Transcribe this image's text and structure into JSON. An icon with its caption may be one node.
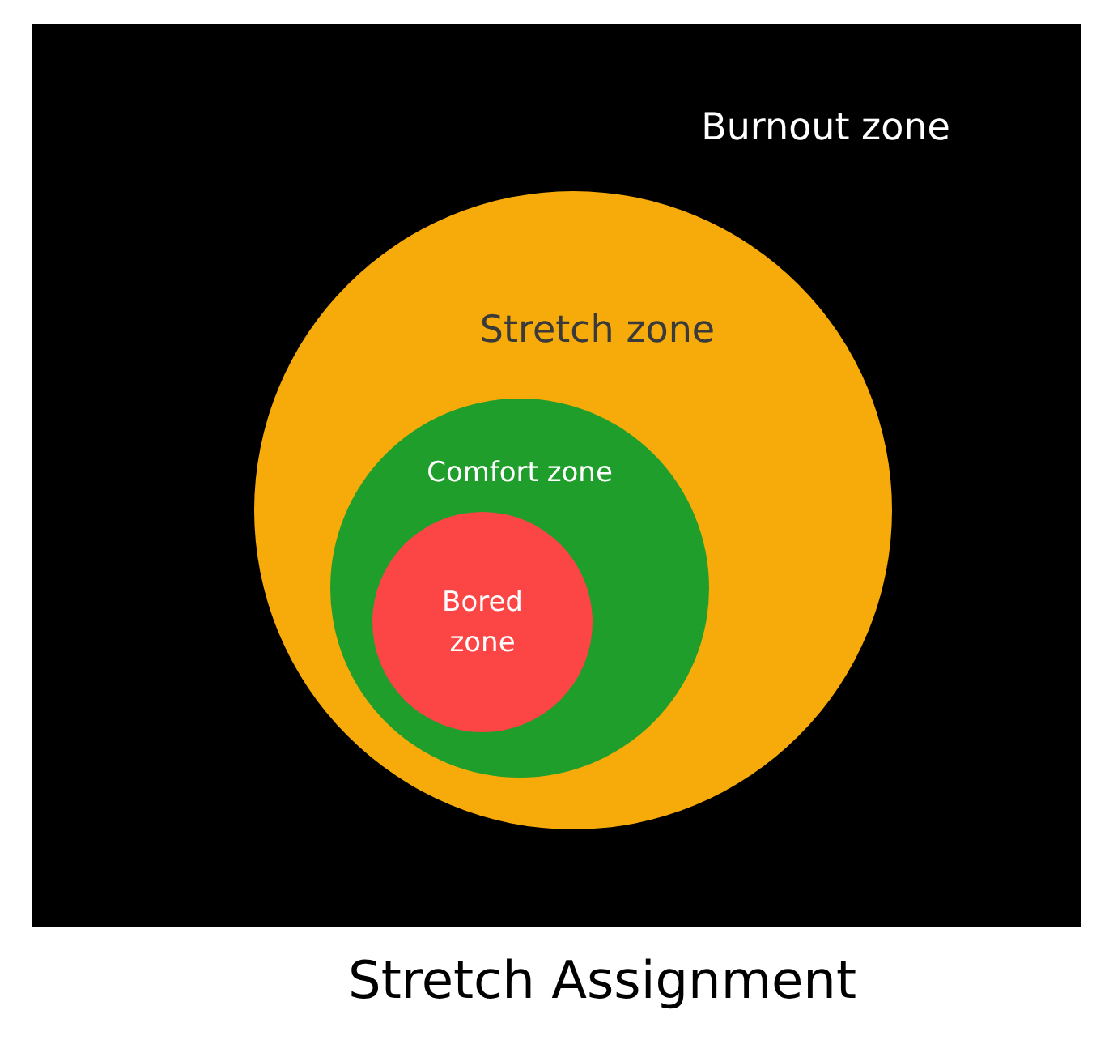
{
  "diagram": {
    "caption": "Stretch Assignment",
    "nodes": [
      {
        "text": [
          "Burnout zone"
        ]
      },
      {
        "text": [
          "Stretch zone"
        ],
        "in": 0
      },
      {
        "text": [
          "Comfort zone"
        ],
        "in": 1
      },
      {
        "text": [
          "Bored zone"
        ],
        "in": 2
      }
    ]
  }
}
